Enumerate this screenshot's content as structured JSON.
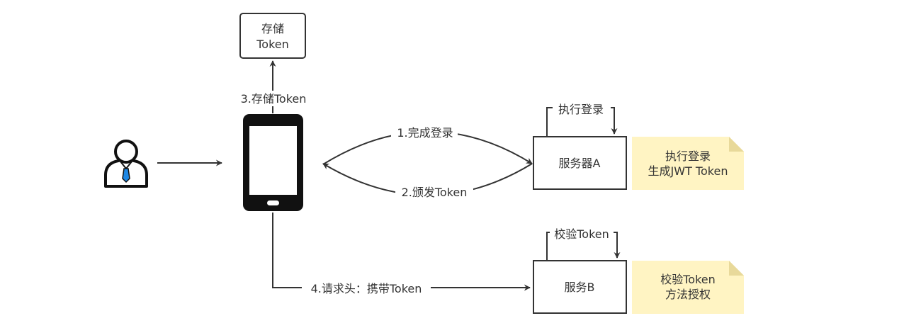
{
  "nodes": {
    "storage": {
      "line1": "存储",
      "line2": "Token"
    },
    "server_a": {
      "label": "服务器A"
    },
    "server_b": {
      "label": "服务B"
    }
  },
  "notes": {
    "server_a": {
      "line1": "执行登录",
      "line2": "生成JWT Token"
    },
    "server_b": {
      "line1": "校验Token",
      "line2": "方法授权"
    }
  },
  "edges": {
    "store_token": "3.存储Token",
    "complete_login": "1.完成登录",
    "issue_token": "2.颁发Token",
    "request_header": "4.请求头：携带Token",
    "self_login": "执行登录",
    "self_verify": "校验Token"
  },
  "colors": {
    "line": "#333333",
    "note_fill": "#fff4c3",
    "phone": "#111111",
    "tie": "#1e88e5"
  },
  "icons": {
    "user": "user-icon",
    "phone": "smartphone-icon"
  }
}
